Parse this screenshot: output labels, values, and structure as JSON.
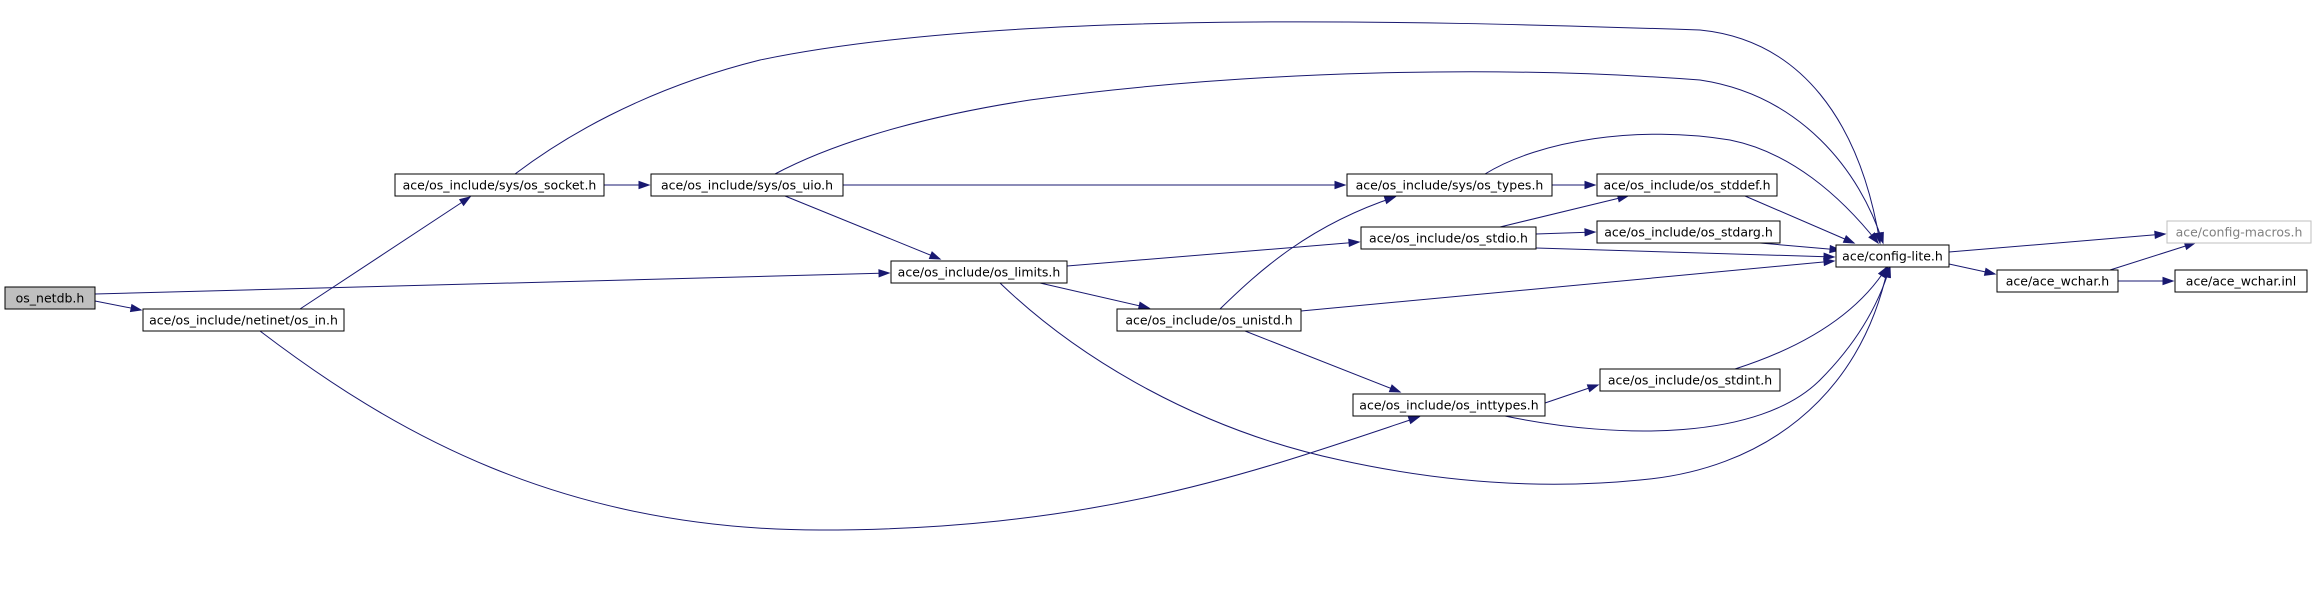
{
  "graph": {
    "nodes": [
      {
        "id": "os_netdb",
        "label": "os_netdb.h",
        "style": "root"
      },
      {
        "id": "netinet_os_in",
        "label": "ace/os_include/netinet/os_in.h",
        "style": "normal"
      },
      {
        "id": "sys_os_socket",
        "label": "ace/os_include/sys/os_socket.h",
        "style": "normal"
      },
      {
        "id": "sys_os_uio",
        "label": "ace/os_include/sys/os_uio.h",
        "style": "normal"
      },
      {
        "id": "os_limits",
        "label": "ace/os_include/os_limits.h",
        "style": "normal"
      },
      {
        "id": "os_unistd",
        "label": "ace/os_include/os_unistd.h",
        "style": "normal"
      },
      {
        "id": "sys_os_types",
        "label": "ace/os_include/sys/os_types.h",
        "style": "normal"
      },
      {
        "id": "os_stdio",
        "label": "ace/os_include/os_stdio.h",
        "style": "normal"
      },
      {
        "id": "os_inttypes",
        "label": "ace/os_include/os_inttypes.h",
        "style": "normal"
      },
      {
        "id": "os_stddef",
        "label": "ace/os_include/os_stddef.h",
        "style": "normal"
      },
      {
        "id": "os_stdarg",
        "label": "ace/os_include/os_stdarg.h",
        "style": "normal"
      },
      {
        "id": "os_stdint",
        "label": "ace/os_include/os_stdint.h",
        "style": "normal"
      },
      {
        "id": "config_lite",
        "label": "ace/config-lite.h",
        "style": "normal"
      },
      {
        "id": "ace_wchar_h",
        "label": "ace/ace_wchar.h",
        "style": "normal"
      },
      {
        "id": "config_macros",
        "label": "ace/config-macros.h",
        "style": "external"
      },
      {
        "id": "ace_wchar_inl",
        "label": "ace/ace_wchar.inl",
        "style": "normal"
      }
    ],
    "edges": [
      {
        "from": "os_netdb",
        "to": "netinet_os_in"
      },
      {
        "from": "os_netdb",
        "to": "os_limits"
      },
      {
        "from": "netinet_os_in",
        "to": "sys_os_socket"
      },
      {
        "from": "netinet_os_in",
        "to": "os_inttypes"
      },
      {
        "from": "sys_os_socket",
        "to": "sys_os_uio"
      },
      {
        "from": "sys_os_socket",
        "to": "config_lite"
      },
      {
        "from": "sys_os_uio",
        "to": "sys_os_types"
      },
      {
        "from": "sys_os_uio",
        "to": "os_limits"
      },
      {
        "from": "sys_os_uio",
        "to": "config_lite"
      },
      {
        "from": "os_limits",
        "to": "os_stdio"
      },
      {
        "from": "os_limits",
        "to": "os_unistd"
      },
      {
        "from": "os_limits",
        "to": "config_lite"
      },
      {
        "from": "os_unistd",
        "to": "sys_os_types"
      },
      {
        "from": "os_unistd",
        "to": "config_lite"
      },
      {
        "from": "os_unistd",
        "to": "os_inttypes"
      },
      {
        "from": "sys_os_types",
        "to": "os_stddef"
      },
      {
        "from": "sys_os_types",
        "to": "config_lite"
      },
      {
        "from": "os_stdio",
        "to": "os_stddef"
      },
      {
        "from": "os_stdio",
        "to": "os_stdarg"
      },
      {
        "from": "os_stdio",
        "to": "config_lite"
      },
      {
        "from": "os_inttypes",
        "to": "os_stdint"
      },
      {
        "from": "os_inttypes",
        "to": "config_lite"
      },
      {
        "from": "os_stddef",
        "to": "config_lite"
      },
      {
        "from": "os_stdarg",
        "to": "config_lite"
      },
      {
        "from": "os_stdint",
        "to": "config_lite"
      },
      {
        "from": "config_lite",
        "to": "config_macros"
      },
      {
        "from": "config_lite",
        "to": "ace_wchar_h"
      },
      {
        "from": "ace_wchar_h",
        "to": "config_macros"
      },
      {
        "from": "ace_wchar_h",
        "to": "ace_wchar_inl"
      }
    ],
    "colors": {
      "edge": "#191970",
      "node_border": "#000000",
      "root_fill": "#bfbfbf",
      "external_border": "#bfbfbf",
      "external_text": "#808080"
    }
  }
}
